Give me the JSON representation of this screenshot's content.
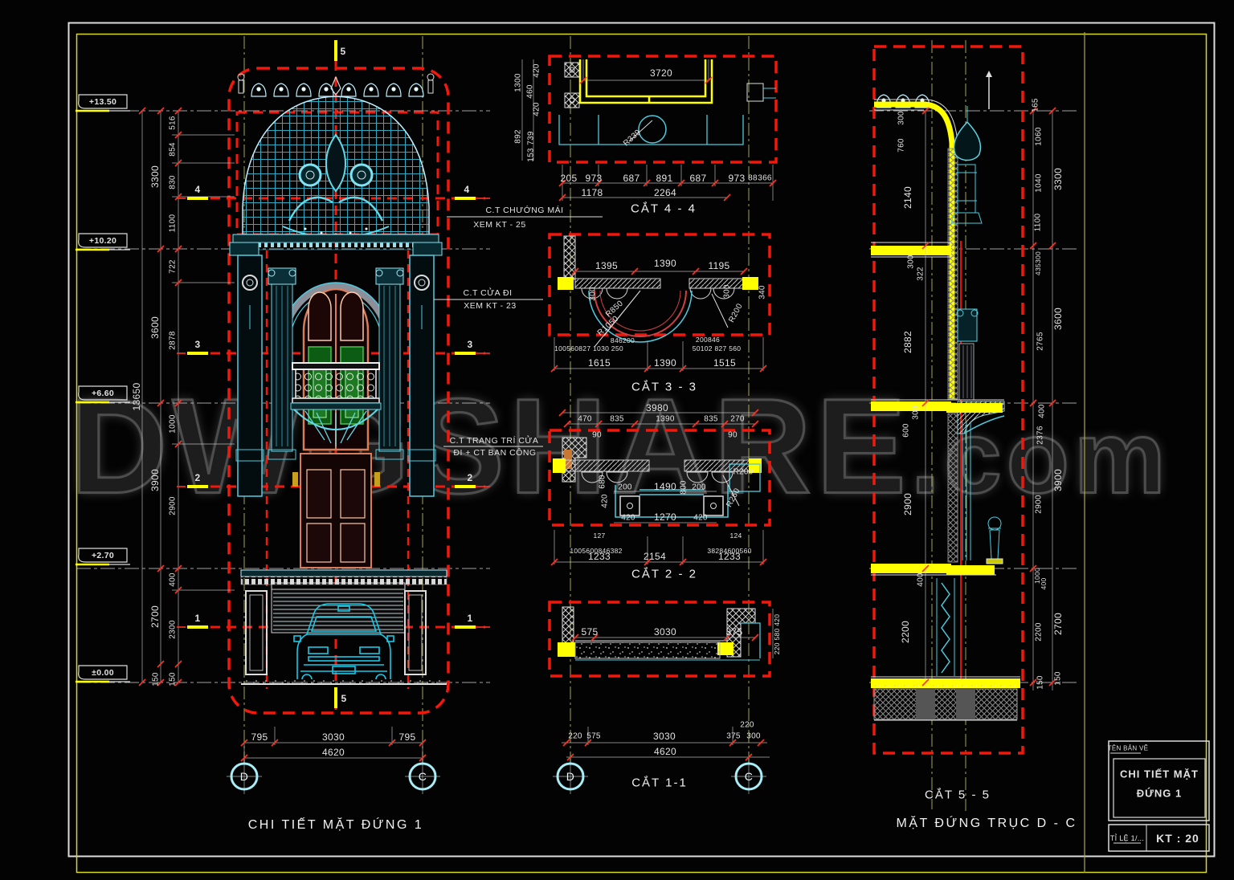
{
  "watermark": {
    "main": "DWGSHARE",
    "suffix": ".com"
  },
  "left_elevation": {
    "title": "CHI TIẾT MẶT ĐỨNG 1",
    "levels": [
      "+13.50",
      "+10.20",
      "+6.60",
      "+2.70",
      "±0.00"
    ],
    "total_height": "13650",
    "floor_dims": [
      "3300",
      "3600",
      "3900",
      "2700"
    ],
    "sub_dims": [
      "516",
      "854",
      "830",
      "1100",
      "722",
      "2878",
      "1000",
      "2900",
      "400",
      "2300"
    ],
    "base_dims": [
      "150",
      "150"
    ],
    "section_markers": [
      "4",
      "3",
      "2",
      "1"
    ],
    "section_marker_5": "5",
    "notes": [
      "C.T CHƯỚNG MÁI",
      "XEM KT - 25",
      "C.T CỬA ĐI",
      "XEM KT - 23",
      "C.T TRANG TRÍ CỬA",
      "ĐI + CT BAN CÔNG"
    ],
    "width_dims": [
      "795",
      "3030",
      "795"
    ],
    "width_total": "4620",
    "grid_labels": [
      "D",
      "C"
    ]
  },
  "section_4_4": {
    "label": "CẮT 4 - 4",
    "top_dim": "3720",
    "radius": "R339",
    "left_dims": [
      "1300",
      "420",
      "460",
      "420",
      "892",
      "739",
      "153"
    ],
    "row1": [
      "205",
      "973",
      "687",
      "891",
      "687",
      "973",
      "88",
      "366"
    ],
    "row2": [
      "1178",
      "2264"
    ]
  },
  "section_3_3": {
    "label": "CẮT 3 - 3",
    "row1": [
      "1395",
      "1390",
      "1195"
    ],
    "side_dims": [
      "340",
      "300",
      "300"
    ],
    "radii": [
      "R850",
      "R1050",
      "R200"
    ],
    "overlap_top": [
      "846200",
      "200846"
    ],
    "overlap": [
      "100560827 1030 250",
      "50102 827 560"
    ],
    "row2": [
      "1615",
      "1390",
      "1515"
    ]
  },
  "section_2_2": {
    "label": "CẮT 2 - 2",
    "top_total": "3980",
    "row1": [
      "470",
      "835",
      "1390",
      "835",
      "270"
    ],
    "offsets": [
      "90",
      "90"
    ],
    "mid_dims": [
      "200",
      "1490",
      "200"
    ],
    "vert_dims": [
      "680",
      "800",
      "420"
    ],
    "row3": [
      "420",
      "1270",
      "420"
    ],
    "radii": [
      "R200",
      "R260"
    ],
    "overlap": [
      "127",
      "124",
      "1005600846382",
      "38284600560"
    ],
    "row4": [
      "1233",
      "2154",
      "1233"
    ]
  },
  "section_1_1": {
    "label": "CẮT 1-1",
    "row1": [
      "575",
      "3030",
      "375"
    ],
    "right_dims": "220 580 420",
    "dim_220": "220",
    "row2": [
      "220",
      "575",
      "3030",
      "375",
      "300"
    ],
    "total": "4620",
    "grid_labels": [
      "D",
      "C"
    ]
  },
  "section_5_5": {
    "label": "CẮT 5 - 5",
    "subtitle": "MẶT ĐỨNG TRỤC D - C",
    "left_dims": [
      "300",
      "760",
      "2140",
      "300",
      "322",
      "2882",
      "300",
      "600",
      "2900",
      "400",
      "2200"
    ],
    "right_dims": [
      "165",
      "1060",
      "1040",
      "1100",
      "3300",
      "435300",
      "2765",
      "3600",
      "400",
      "2376",
      "3900",
      "2900",
      "1000",
      "400",
      "2200",
      "2700",
      "150",
      "150"
    ]
  },
  "title_block": {
    "header": "TÊN BẢN VẼ",
    "name_line1": "CHI TIẾT MẶT",
    "name_line2": "ĐỨNG 1",
    "scale": "TỈ LỆ 1/...",
    "scale_value": "KT : 20"
  }
}
